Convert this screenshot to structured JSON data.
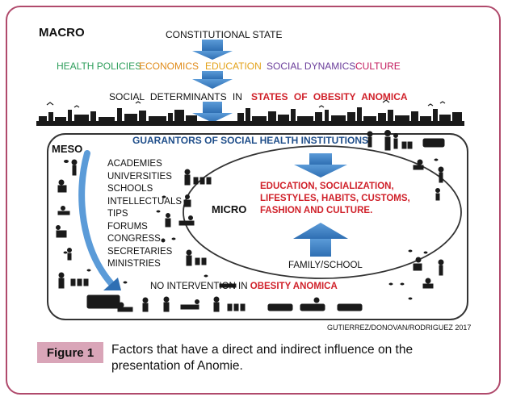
{
  "diagram": {
    "macro_label": "MACRO",
    "constitutional_state": "CONSTITUTIONAL STATE",
    "factors": [
      {
        "text": "HEALTH POLICIES",
        "color": "#2e9e5b"
      },
      {
        "text": "ECONOMICS",
        "color": "#e08a18"
      },
      {
        "text": "EDUCATION",
        "color": "#e3a21a"
      },
      {
        "text": "SOCIAL DYNAMICS",
        "color": "#6a3d9a"
      },
      {
        "text": "CULTURE",
        "color": "#c2185b"
      }
    ],
    "social_row": {
      "plain": "SOCIAL DETERMINANTS IN",
      "highlight": "STATES OF OBESITY ANOMICA"
    },
    "guarantors": "GUARANTORS OF SOCIAL HEALTH INSTITUTIONS",
    "meso_label": "MESO",
    "meso_items": [
      "ACADEMIES",
      "UNIVERSITIES",
      "SCHOOLS",
      "INTELLECTUALS",
      "TIPS",
      "FORUMS",
      "CONGRESS",
      "SECRETARIES",
      "MINISTRIES"
    ],
    "micro_label": "MICRO",
    "micro_lines": [
      "EDUCATION, SOCIALIZATION,",
      "LIFESTYLES, HABITS, CUSTOMS,",
      "FASHION AND CULTURE."
    ],
    "family_school": "FAMILY/SCHOOL",
    "no_intervention": {
      "plain": "NO INTERVENTION IN",
      "highlight": "OBESITY ANOMICA"
    },
    "credit": "GUTIERREZ/DONOVAN/RODRIGUEZ 2017"
  },
  "figure": {
    "badge": "Figure 1",
    "caption": "Factors that have a direct and indirect influence on the presentation of Anomie."
  },
  "colors": {
    "frame": "#b04a6c",
    "arrow_blue": "#3b7fc4",
    "badge_bg": "#d9a5b8",
    "highlight_red": "#d0212a",
    "guarantors_blue": "#1f4e8a"
  }
}
